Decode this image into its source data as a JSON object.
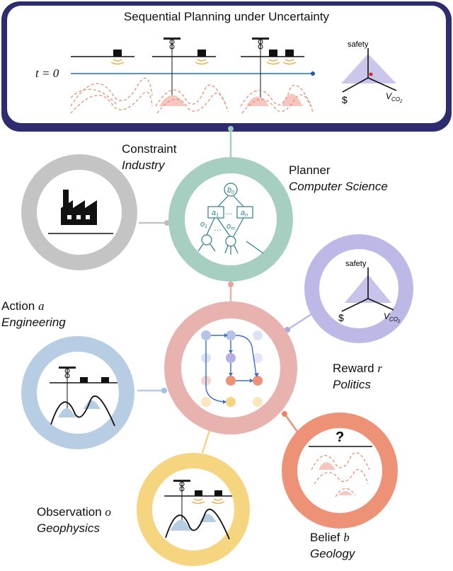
{
  "header": {
    "title": "Sequential Planning under Uncertainty",
    "time_label": "t = 0",
    "axes": {
      "top": "safety",
      "left": "$",
      "right": "V",
      "right_sub": "CO",
      "right_sub2": "2"
    }
  },
  "nodes": {
    "constraint": {
      "name": "Constraint",
      "discipline": "Industry"
    },
    "planner": {
      "name": "Planner",
      "discipline": "Computer Science",
      "tree": {
        "root": "b",
        "root_sub": "0",
        "a1": "a",
        "a1_sub": "1",
        "an": "a",
        "an_sub": "n",
        "o1": "o",
        "o1_sub": "1",
        "om": "o",
        "om_sub": "m",
        "dots": "…"
      }
    },
    "reward": {
      "name": "Reward",
      "symbol": "r",
      "discipline": "Politics",
      "axes": {
        "top": "safety",
        "left": "$",
        "right": "V",
        "right_sub": "CO",
        "right_sub2": "2"
      }
    },
    "action": {
      "name": "Action",
      "symbol": "a",
      "discipline": "Engineering"
    },
    "observation": {
      "name": "Observation",
      "symbol": "o",
      "discipline": "Geophysics"
    },
    "belief": {
      "name": "Belief",
      "symbol": "b",
      "discipline": "Geology",
      "question": "?"
    }
  },
  "colors": {
    "header_border": "#2c2c6e",
    "gray": "#c4c4c4",
    "green": "#a6cfc2",
    "lavender": "#bdb9e6",
    "pink": "#e8b2ae",
    "blue": "#b6cde3",
    "yellow": "#f6d580",
    "salmon": "#ee9277",
    "tree": "#2e7d90",
    "dash": "#e0896a"
  }
}
